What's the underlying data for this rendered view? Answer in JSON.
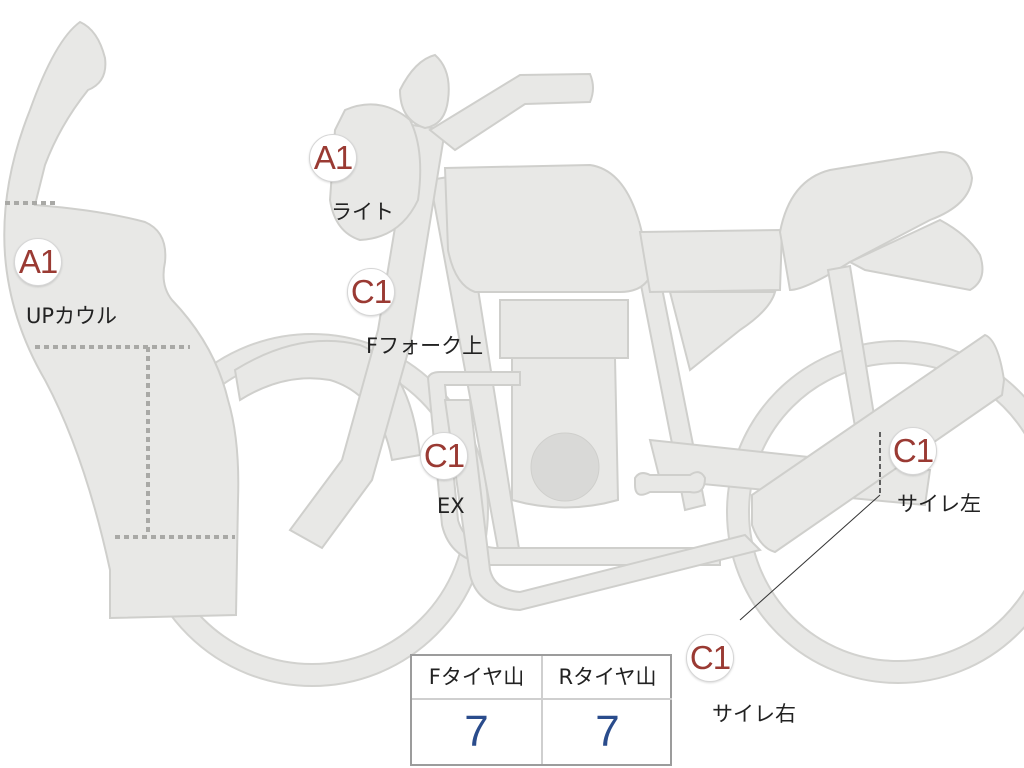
{
  "markers": [
    {
      "id": "up-cowl",
      "grade": "A1",
      "label": "UPカウル"
    },
    {
      "id": "light",
      "grade": "A1",
      "label": "ライト"
    },
    {
      "id": "front-fork-upper",
      "grade": "C1",
      "label": "Fフォーク上"
    },
    {
      "id": "exhaust",
      "grade": "C1",
      "label": "EX"
    },
    {
      "id": "muffler-left",
      "grade": "C1",
      "label": "サイレ左"
    },
    {
      "id": "muffler-right",
      "grade": "C1",
      "label": "サイレ右"
    }
  ],
  "tread_table": {
    "columns": [
      {
        "header": "Fタイヤ山",
        "value": "7"
      },
      {
        "header": "Rタイヤ山",
        "value": "7"
      }
    ]
  },
  "colors": {
    "part_fill": "#e8e8e6",
    "part_stroke": "#cfcfcc",
    "grade_text": "#9a3a33",
    "tread_value": "#2a4c8c",
    "dotted_line": "#a9a9a6"
  }
}
